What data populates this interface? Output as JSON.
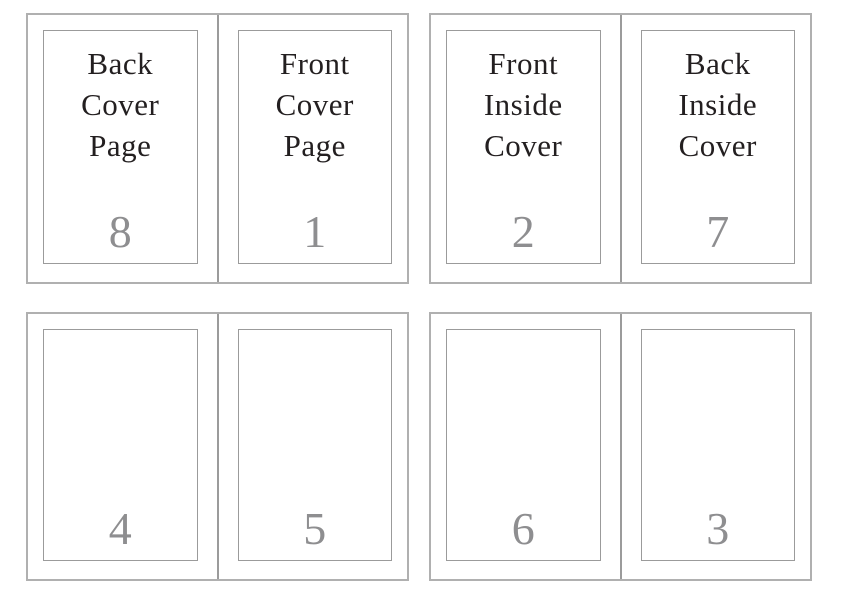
{
  "diagram": {
    "description": "Booklet page imposition diagram showing four printed sheets as two-page spreads",
    "sheets": [
      {
        "name": "outer-cover-spread",
        "pages": [
          {
            "label": "Back\nCover\nPage",
            "number": "8"
          },
          {
            "label": "Front\nCover\nPage",
            "number": "1"
          }
        ]
      },
      {
        "name": "inside-cover-spread",
        "pages": [
          {
            "label": "Front\nInside\nCover",
            "number": "2"
          },
          {
            "label": "Back\nInside\nCover",
            "number": "7"
          }
        ]
      },
      {
        "name": "spread-pages-4-5",
        "pages": [
          {
            "label": "",
            "number": "4"
          },
          {
            "label": "",
            "number": "5"
          }
        ]
      },
      {
        "name": "spread-pages-6-3",
        "pages": [
          {
            "label": "",
            "number": "6"
          },
          {
            "label": "",
            "number": "3"
          }
        ]
      }
    ],
    "colors": {
      "label_text": "#231f20",
      "page_number": "#8e8e90",
      "sheet_border": "#b0b0b0",
      "page_border": "#9b9b9b",
      "spine_line": "#9b9b9b",
      "background": "#ffffff"
    }
  }
}
